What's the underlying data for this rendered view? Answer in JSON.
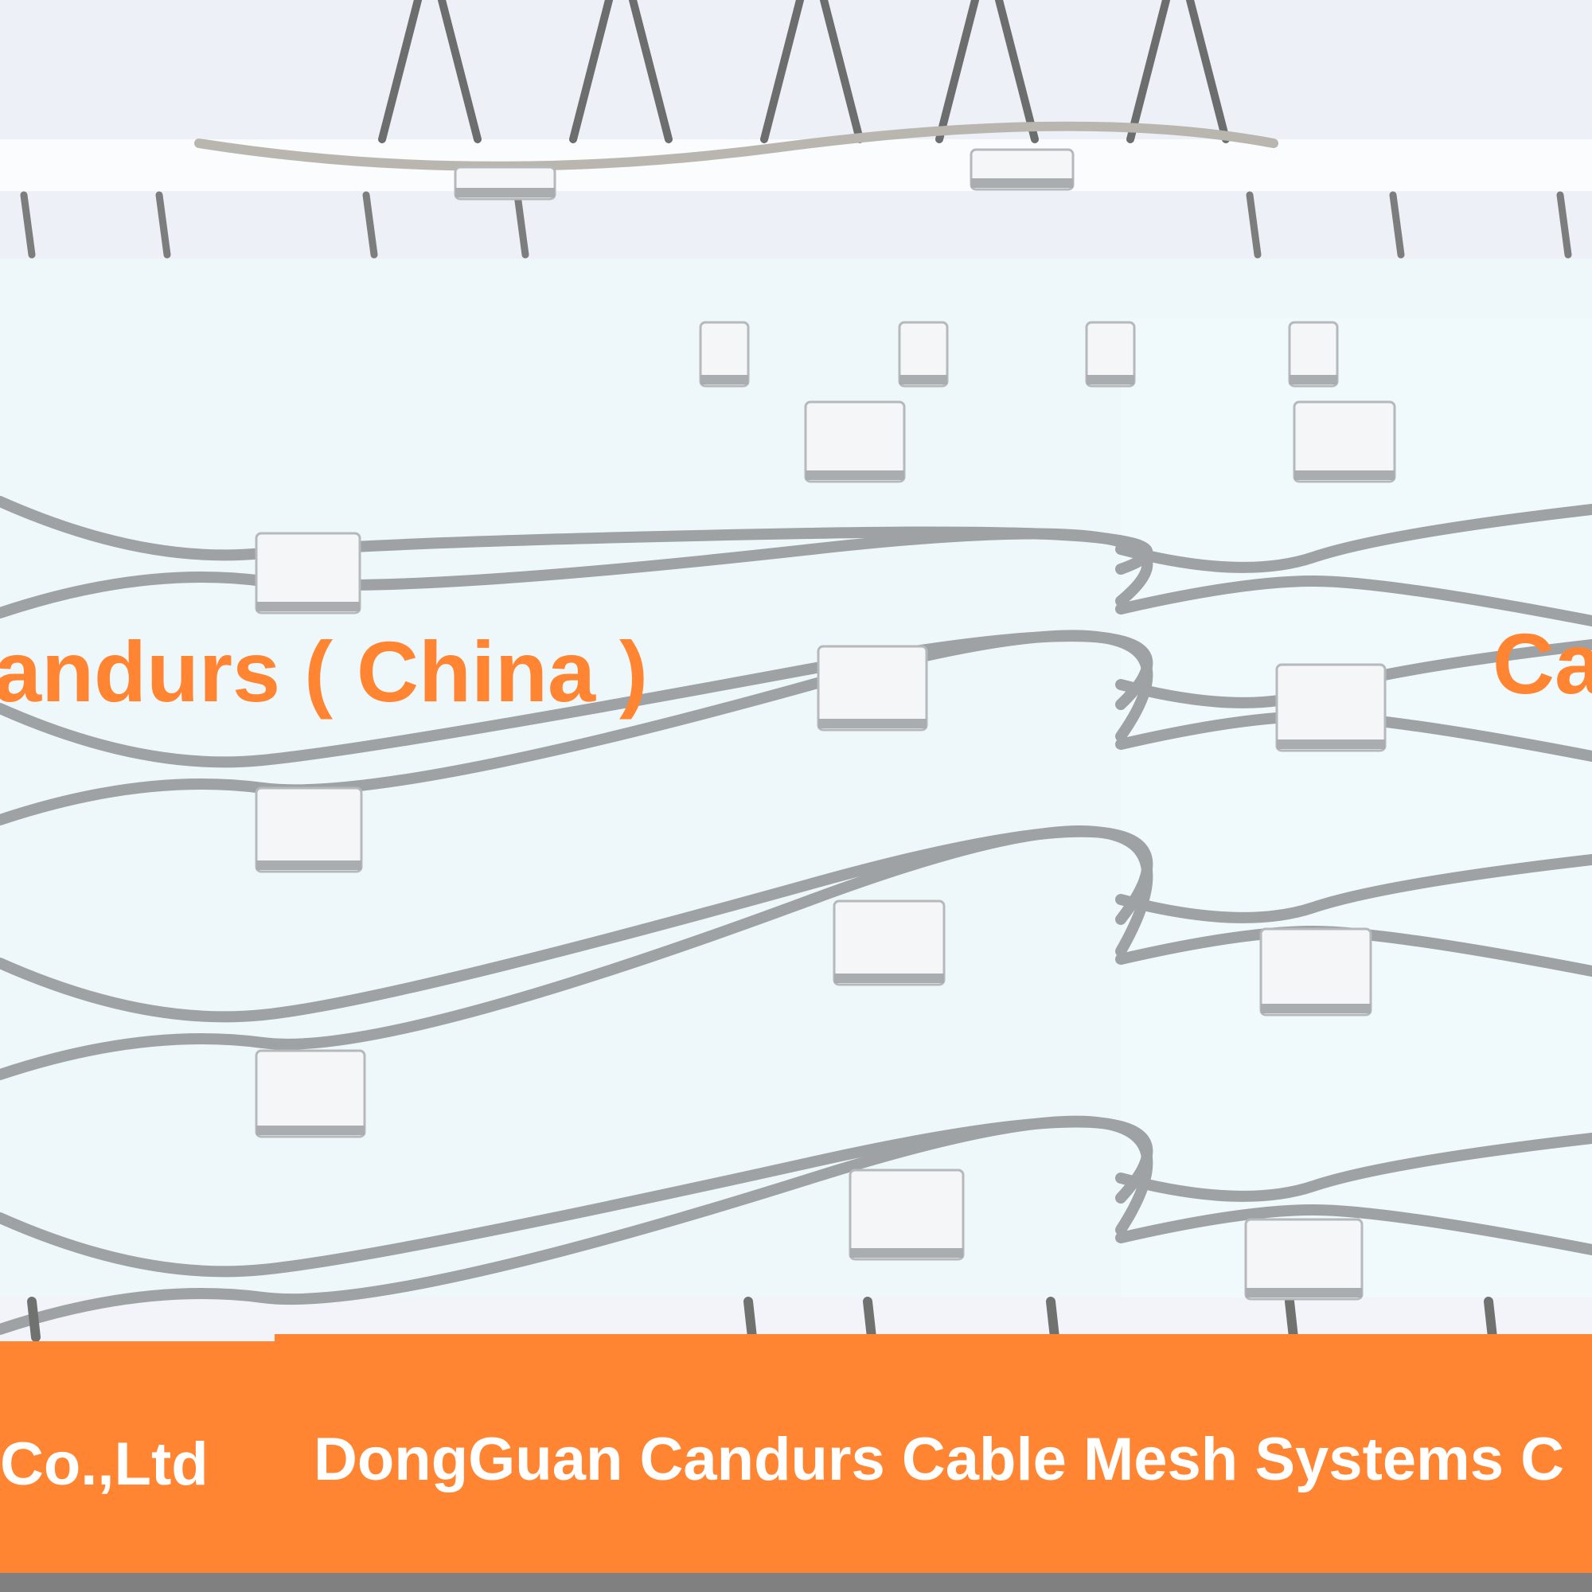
{
  "watermark": {
    "left_fragment": "andurs ( China )",
    "right_fragment": "Ca"
  },
  "banner": {
    "left_fragment": "Co.,Ltd",
    "main_text": "DongGuan Candurs Cable Mesh Systems C"
  },
  "colors": {
    "brand_orange": "#ff8533",
    "background": "#eef8fb",
    "cable": "#9a9ea0",
    "footer_gray": "#808080"
  }
}
